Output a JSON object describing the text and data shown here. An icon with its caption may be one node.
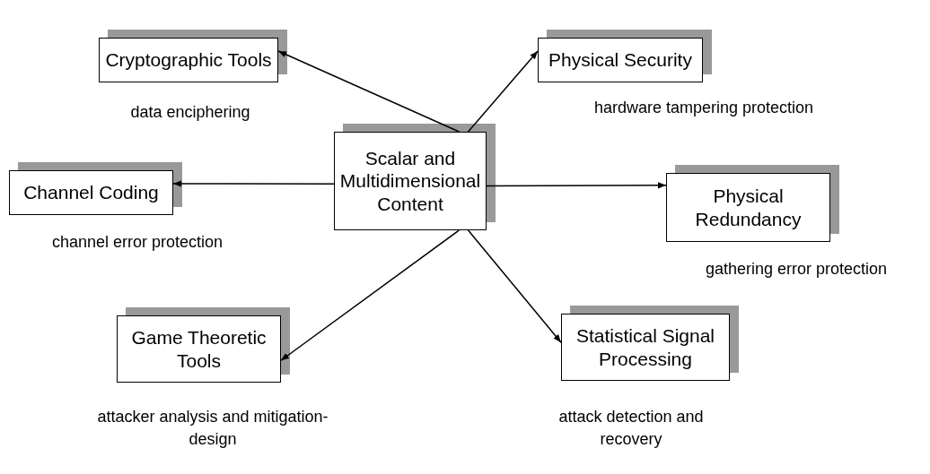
{
  "diagram": {
    "nodes": [
      {
        "text": [
          "Scalar and Multidimensional Content"
        ]
      },
      {
        "text": [
          "Cryptographic Tools"
        ],
        "beside": [
          "data enciphering"
        ]
      },
      {
        "text": [
          "Physical Security"
        ],
        "beside": [
          "hardware tampering protection"
        ]
      },
      {
        "text": [
          "Channel Coding"
        ],
        "beside": [
          "channel error protection"
        ]
      },
      {
        "text": [
          "Physical Redundancy"
        ],
        "beside": [
          "gathering error protection"
        ]
      },
      {
        "text": [
          "Game Theoretic Tools"
        ],
        "beside": [
          "attacker analysis and mitigation-design"
        ]
      },
      {
        "text": [
          "Statistical Signal Processing"
        ],
        "beside": [
          "attack detection and recovery"
        ]
      }
    ],
    "edges": [
      {
        "from": 0,
        "to": 1,
        "arrow": "to"
      },
      {
        "from": 0,
        "to": 2,
        "arrow": "to"
      },
      {
        "from": 0,
        "to": 3,
        "arrow": "to"
      },
      {
        "from": 0,
        "to": 4,
        "arrow": "to"
      },
      {
        "from": 0,
        "to": 5,
        "arrow": "to"
      },
      {
        "from": 0,
        "to": 6,
        "arrow": "to"
      }
    ]
  }
}
